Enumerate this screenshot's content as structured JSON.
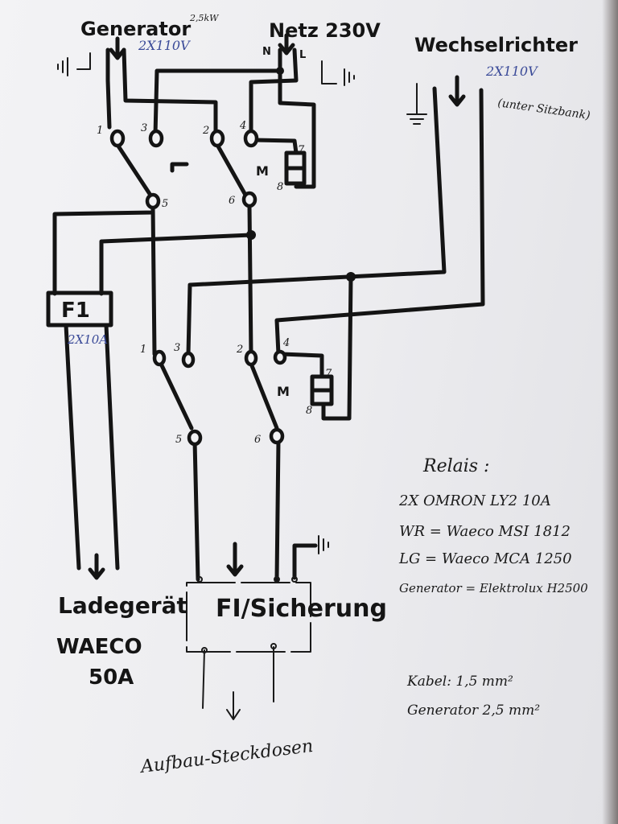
{
  "labels": {
    "generator": "Generator",
    "generator_rating": "2,5kW",
    "generator_voltage": "2X110V",
    "mains": "Netz 230V",
    "mains_n": "N",
    "mains_l": "L",
    "inverter": "Wechselrichter",
    "inverter_voltage": "2X110V",
    "inverter_location": "(unter Sitzbank)",
    "charger_name": "Ladegerät",
    "charger_brand": "WAECO",
    "charger_rating": "50A",
    "fuse_f1": "F1",
    "fuse_rating": "2X10A",
    "fuse_box": "FI/Sicherung",
    "outlets": "Aufbau-Steckdosen",
    "relay_coil": "M"
  },
  "relays": [
    {
      "terminals": [
        "1",
        "3",
        "2",
        "4",
        "5",
        "6",
        "7",
        "8"
      ]
    },
    {
      "terminals": [
        "1",
        "3",
        "2",
        "4",
        "5",
        "6",
        "7",
        "8"
      ]
    }
  ],
  "notes": {
    "title": "Relais :",
    "lines": [
      "2X OMRON LY2 10A",
      "WR = Waeco MSI 1812",
      "LG = Waeco MCA 1250",
      "Generator = Elektrolux H2500"
    ],
    "cable_lines": [
      "Kabel: 1,5 mm²",
      "Generator 2,5 mm²"
    ]
  }
}
